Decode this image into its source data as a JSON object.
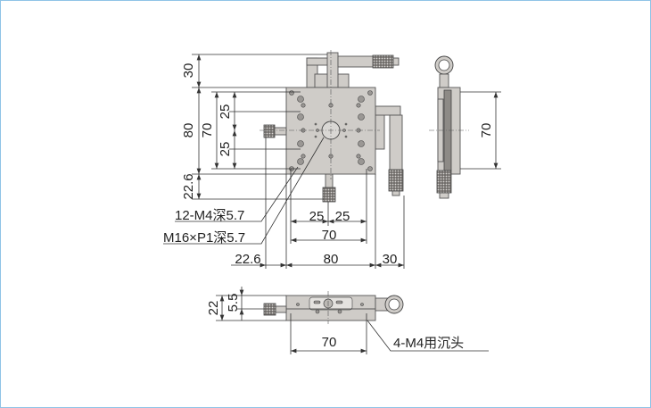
{
  "top_view": {
    "dims_left": {
      "top": "30",
      "height": "80",
      "bottom": "22.6",
      "hole_pitch": "70",
      "half_pitch_upper": "25",
      "half_pitch_lower": "25"
    },
    "dims_bottom": {
      "half_left": "25",
      "half_right": "25",
      "hole_pitch": "70",
      "left_offset": "22.6",
      "width": "80",
      "right_offset": "30"
    },
    "callouts": {
      "tapped_holes": "12-M4深5.7",
      "center_thread": "M16×P1深5.7"
    }
  },
  "side_view": {
    "hole_pitch": "70"
  },
  "front_view": {
    "height": "22",
    "table_height": "5.5",
    "hole_pitch": "70",
    "callout": "4-M4用沉头"
  }
}
